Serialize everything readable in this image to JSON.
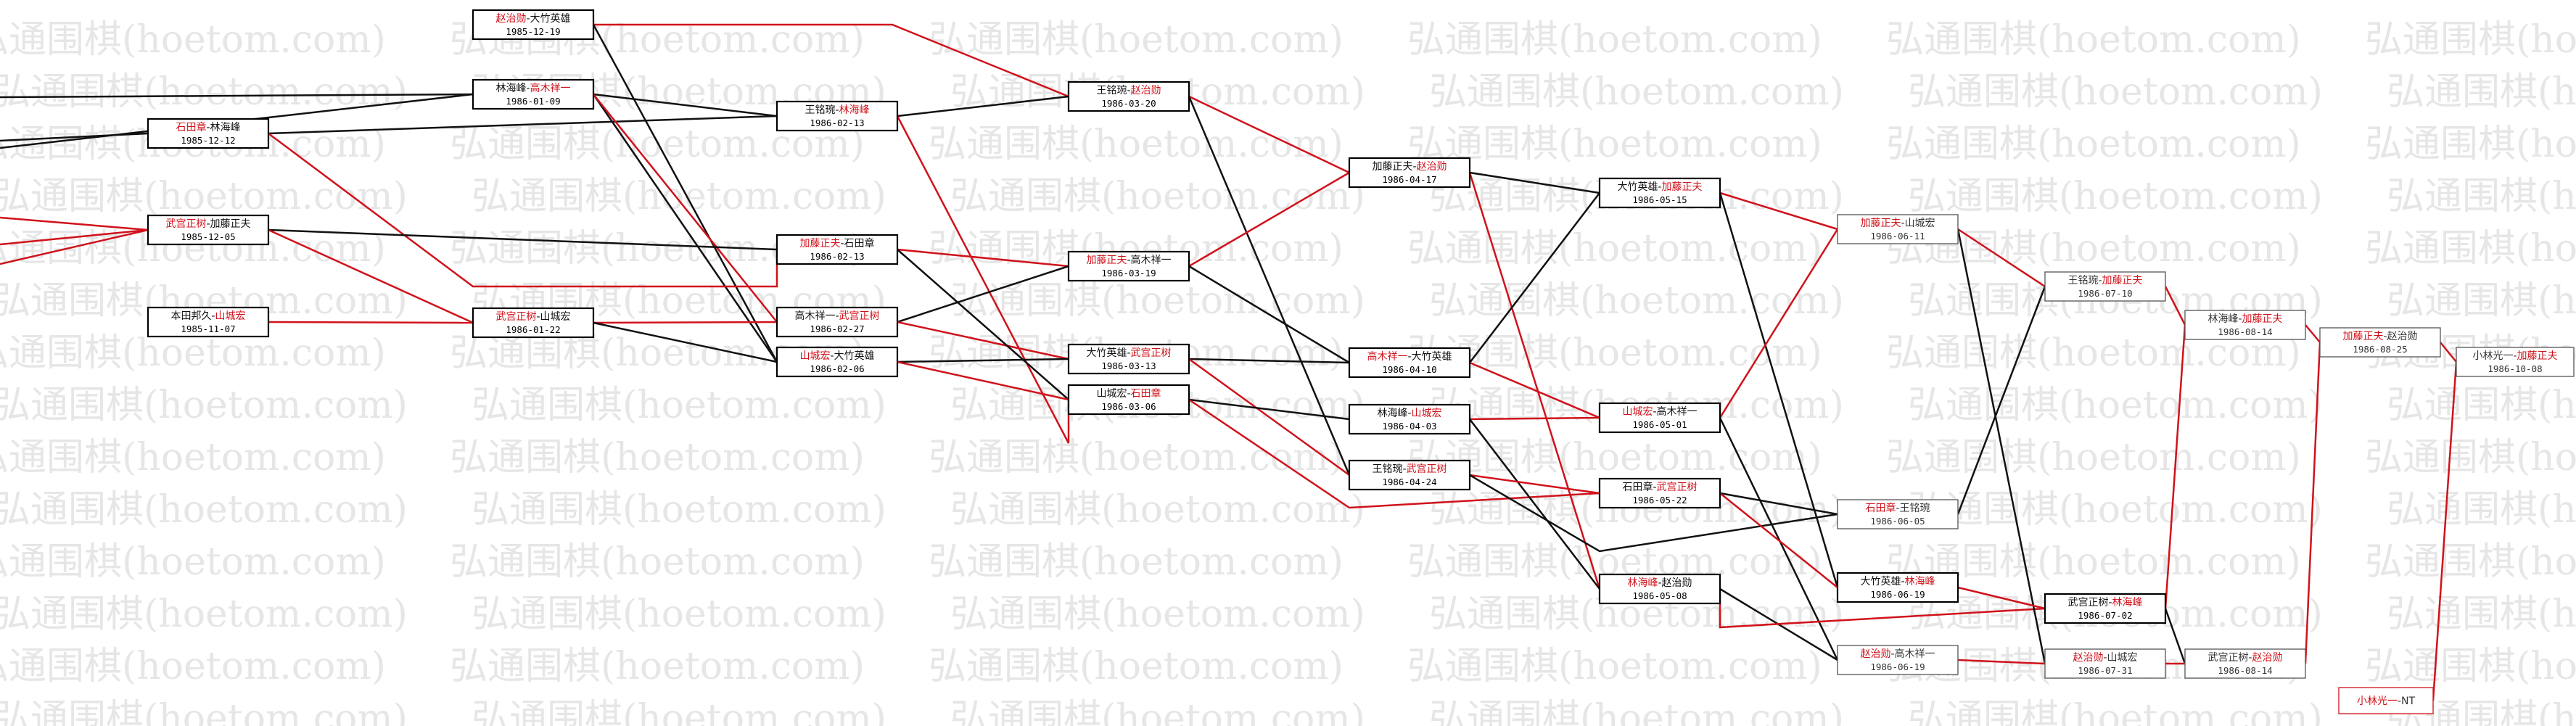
{
  "watermark": "弘通围棋(hoetom.com)",
  "colors": {
    "winner": "#d0121b",
    "loser": "#111111",
    "line_red": "#d0121b",
    "line_black": "#111111",
    "background": "#ffffff"
  },
  "games": [
    {
      "id": "g01",
      "p1": "赵治勋",
      "p2": "大竹英雄",
      "winner": 1,
      "date": "1985-12-19"
    },
    {
      "id": "g02",
      "p1": "林海峰",
      "p2": "高木祥一",
      "winner": 2,
      "date": "1986-01-09"
    },
    {
      "id": "g03",
      "p1": "石田章",
      "p2": "林海峰",
      "winner": 1,
      "date": "1985-12-12"
    },
    {
      "id": "g04",
      "p1": "武宫正树",
      "p2": "加藤正夫",
      "winner": 1,
      "date": "1985-12-05"
    },
    {
      "id": "g05",
      "p1": "本田邦久",
      "p2": "山城宏",
      "winner": 2,
      "date": "1985-11-07"
    },
    {
      "id": "g06",
      "p1": "武宫正树",
      "p2": "山城宏",
      "winner": 1,
      "date": "1986-01-22"
    },
    {
      "id": "g07",
      "p1": "王铭琬",
      "p2": "林海峰",
      "winner": 2,
      "date": "1986-02-13"
    },
    {
      "id": "g08",
      "p1": "加藤正夫",
      "p2": "石田章",
      "winner": 1,
      "date": "1986-02-13"
    },
    {
      "id": "g09",
      "p1": "高木祥一",
      "p2": "武宫正树",
      "winner": 2,
      "date": "1986-02-27"
    },
    {
      "id": "g10",
      "p1": "山城宏",
      "p2": "大竹英雄",
      "winner": 1,
      "date": "1986-02-06"
    },
    {
      "id": "g11",
      "p1": "王铭琬",
      "p2": "赵治勋",
      "winner": 2,
      "date": "1986-03-20"
    },
    {
      "id": "g12",
      "p1": "加藤正夫",
      "p2": "高木祥一",
      "winner": 1,
      "date": "1986-03-19"
    },
    {
      "id": "g13",
      "p1": "大竹英雄",
      "p2": "武宫正树",
      "winner": 2,
      "date": "1986-03-13"
    },
    {
      "id": "g14",
      "p1": "山城宏",
      "p2": "石田章",
      "winner": 2,
      "date": "1986-03-06"
    },
    {
      "id": "g15",
      "p1": "加藤正夫",
      "p2": "赵治勋",
      "winner": 2,
      "date": "1986-04-17"
    },
    {
      "id": "g16",
      "p1": "高木祥一",
      "p2": "大竹英雄",
      "winner": 1,
      "date": "1986-04-10"
    },
    {
      "id": "g17",
      "p1": "林海峰",
      "p2": "山城宏",
      "winner": 2,
      "date": "1986-04-03"
    },
    {
      "id": "g18",
      "p1": "王铭琬",
      "p2": "武宫正树",
      "winner": 2,
      "date": "1986-04-24"
    },
    {
      "id": "g19",
      "p1": "大竹英雄",
      "p2": "加藤正夫",
      "winner": 2,
      "date": "1986-05-15"
    },
    {
      "id": "g20",
      "p1": "山城宏",
      "p2": "高木祥一",
      "winner": 1,
      "date": "1986-05-01"
    },
    {
      "id": "g21",
      "p1": "石田章",
      "p2": "武宫正树",
      "winner": 2,
      "date": "1986-05-22"
    },
    {
      "id": "g22",
      "p1": "林海峰",
      "p2": "赵治勋",
      "winner": 1,
      "date": "1986-05-08"
    },
    {
      "id": "g23",
      "p1": "加藤正夫",
      "p2": "山城宏",
      "winner": 1,
      "date": "1986-06-11"
    },
    {
      "id": "g24",
      "p1": "石田章",
      "p2": "王铭琬",
      "winner": 1,
      "date": "1986-06-05"
    },
    {
      "id": "g25",
      "p1": "大竹英雄",
      "p2": "林海峰",
      "winner": 2,
      "date": "1986-06-19"
    },
    {
      "id": "g26",
      "p1": "赵治勋",
      "p2": "高木祥一",
      "winner": 1,
      "date": "1986-06-19"
    },
    {
      "id": "g27",
      "p1": "王铭琬",
      "p2": "加藤正夫",
      "winner": 2,
      "date": "1986-07-10"
    },
    {
      "id": "g28",
      "p1": "武宫正树",
      "p2": "林海峰",
      "winner": 2,
      "date": "1986-07-02"
    },
    {
      "id": "g29",
      "p1": "赵治勋",
      "p2": "山城宏",
      "winner": 1,
      "date": "1986-07-31"
    },
    {
      "id": "g30",
      "p1": "林海峰",
      "p2": "加藤正夫",
      "winner": 2,
      "date": "1986-08-14"
    },
    {
      "id": "g31",
      "p1": "武宫正树",
      "p2": "赵治勋",
      "winner": 2,
      "date": "1986-08-14"
    },
    {
      "id": "g32",
      "p1": "加藤正夫",
      "p2": "赵治勋",
      "winner": 1,
      "date": "1986-08-25"
    },
    {
      "id": "g33",
      "p1": "小林光一",
      "p2": "加藤正夫",
      "winner": 2,
      "date": "1986-10-08"
    },
    {
      "id": "g34",
      "p1": "小林光一",
      "p2": "NT",
      "winner": 1,
      "date": ""
    }
  ]
}
